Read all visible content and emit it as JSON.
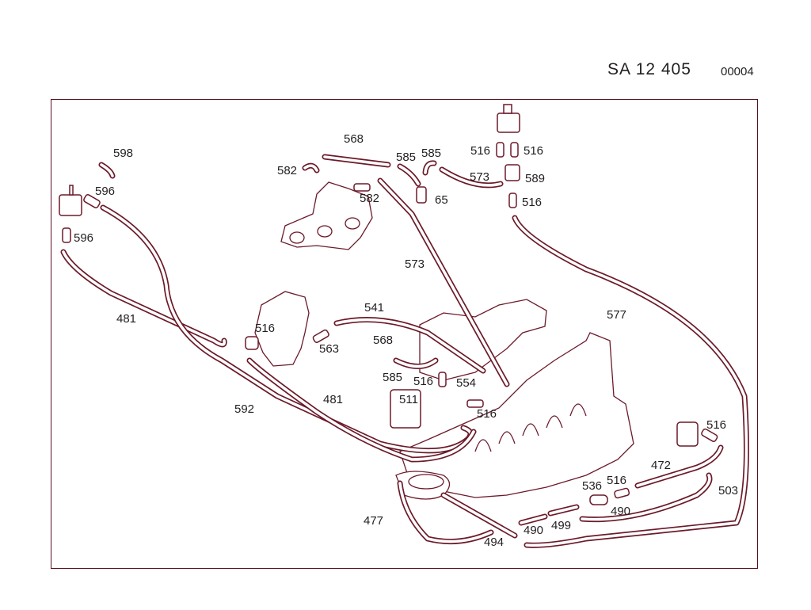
{
  "header": {
    "code": "SA  12 405",
    "number": "00004"
  },
  "callouts": [
    {
      "id": "598",
      "t": "598"
    },
    {
      "id": "596a",
      "t": "596"
    },
    {
      "id": "596b",
      "t": "596"
    },
    {
      "id": "481a",
      "t": "481"
    },
    {
      "id": "592",
      "t": "592"
    },
    {
      "id": "568a",
      "t": "568"
    },
    {
      "id": "582a",
      "t": "582"
    },
    {
      "id": "582b",
      "t": "582"
    },
    {
      "id": "585a",
      "t": "585"
    },
    {
      "id": "585b",
      "t": "585"
    },
    {
      "id": "65",
      "t": "65"
    },
    {
      "id": "516a",
      "t": "516"
    },
    {
      "id": "516b",
      "t": "516"
    },
    {
      "id": "573a",
      "t": "573"
    },
    {
      "id": "589",
      "t": "589"
    },
    {
      "id": "516c",
      "t": "516"
    },
    {
      "id": "573b",
      "t": "573"
    },
    {
      "id": "577",
      "t": "577"
    },
    {
      "id": "541",
      "t": "541"
    },
    {
      "id": "516d",
      "t": "516"
    },
    {
      "id": "563",
      "t": "563"
    },
    {
      "id": "568b",
      "t": "568"
    },
    {
      "id": "585c",
      "t": "585"
    },
    {
      "id": "516e",
      "t": "516"
    },
    {
      "id": "554",
      "t": "554"
    },
    {
      "id": "511",
      "t": "511"
    },
    {
      "id": "481b",
      "t": "481"
    },
    {
      "id": "516f",
      "t": "516"
    },
    {
      "id": "516g",
      "t": "516"
    },
    {
      "id": "472",
      "t": "472"
    },
    {
      "id": "503",
      "t": "503"
    },
    {
      "id": "536",
      "t": "536"
    },
    {
      "id": "516h",
      "t": "516"
    },
    {
      "id": "490a",
      "t": "490"
    },
    {
      "id": "477",
      "t": "477"
    },
    {
      "id": "490b",
      "t": "490"
    },
    {
      "id": "499",
      "t": "499"
    },
    {
      "id": "494",
      "t": "494"
    }
  ]
}
